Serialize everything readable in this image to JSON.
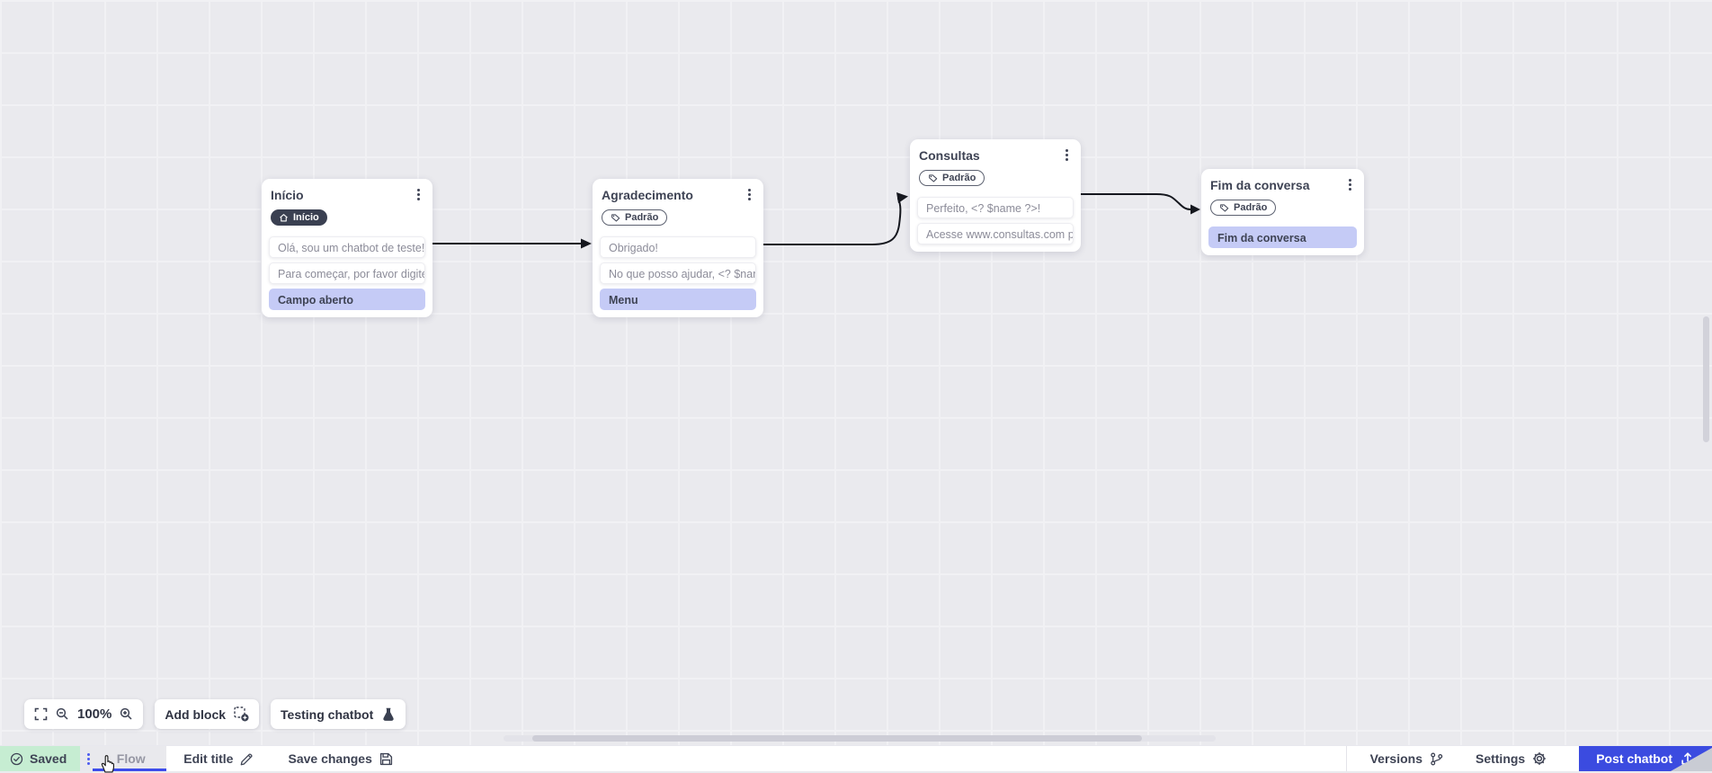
{
  "canvas": {
    "zoom_level": "100%",
    "toolbar": {
      "add_block": "Add block",
      "testing_chatbot": "Testing chatbot"
    },
    "nodes": [
      {
        "title": "Início",
        "badge": {
          "label": "Início",
          "type": "dark",
          "icon": "home-icon"
        },
        "rows": [
          {
            "text": "Olá, sou um chatbot de teste!",
            "style": "plain"
          },
          {
            "text": "Para começar, por favor digite o ...",
            "style": "plain"
          },
          {
            "text": "Campo aberto",
            "style": "highlight"
          }
        ]
      },
      {
        "title": "Agradecimento",
        "badge": {
          "label": "Padrão",
          "type": "outline",
          "icon": "tag-icon"
        },
        "rows": [
          {
            "text": "Obrigado!",
            "style": "plain"
          },
          {
            "text": "No que posso ajudar, <? $name ...",
            "style": "plain"
          },
          {
            "text": "Menu",
            "style": "highlight"
          }
        ]
      },
      {
        "title": "Consultas",
        "badge": {
          "label": "Padrão",
          "type": "outline",
          "icon": "tag-icon"
        },
        "rows": [
          {
            "text": "Perfeito, <? $name ?>!",
            "style": "plain"
          },
          {
            "text": "Acesse www.consultas.com par...",
            "style": "plain"
          }
        ]
      },
      {
        "title": "Fim da conversa",
        "badge": {
          "label": "Padrão",
          "type": "outline",
          "icon": "tag-icon"
        },
        "rows": [
          {
            "text": "Fim da conversa",
            "style": "highlight"
          }
        ]
      }
    ]
  },
  "bottombar": {
    "saved": "Saved",
    "flow_tab": "Flow",
    "edit_title": "Edit title",
    "save_changes": "Save changes",
    "versions": "Versions",
    "settings": "Settings",
    "post_chatbot": "Post chatbot"
  },
  "colors": {
    "accent_purple": "#3d4ceb",
    "row_highlight": "#c5cbf6",
    "saved_green": "#c6edd2",
    "post_button_blue": "#3b4be0",
    "badge_dark": "#3a4051",
    "canvas_bg": "#eaeaee"
  }
}
